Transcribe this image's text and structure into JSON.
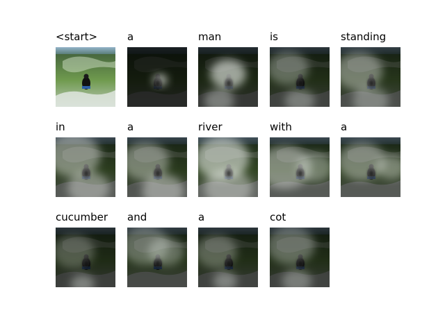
{
  "cells": [
    {
      "word": "<start>",
      "kind": "photo"
    },
    {
      "word": "a",
      "kind": "attn",
      "focus": [
        [
          0.55,
          0.55,
          0.12,
          0.95
        ]
      ],
      "dim": 0.18
    },
    {
      "word": "man",
      "kind": "attn",
      "focus": [
        [
          0.5,
          0.45,
          0.3,
          0.85
        ],
        [
          0.35,
          0.9,
          0.25,
          0.5
        ]
      ],
      "dim": 0.25
    },
    {
      "word": "is",
      "kind": "attn",
      "focus": [
        [
          0.3,
          0.35,
          0.35,
          0.45
        ],
        [
          0.5,
          0.9,
          0.25,
          0.45
        ]
      ],
      "dim": 0.3
    },
    {
      "word": "standing",
      "kind": "attn",
      "focus": [
        [
          0.3,
          0.4,
          0.4,
          0.55
        ],
        [
          0.5,
          0.9,
          0.3,
          0.45
        ]
      ],
      "dim": 0.35
    },
    {
      "word": "in",
      "kind": "attn",
      "focus": [
        [
          0.3,
          0.3,
          0.45,
          0.6
        ],
        [
          0.55,
          0.85,
          0.35,
          0.55
        ]
      ],
      "dim": 0.4
    },
    {
      "word": "a",
      "kind": "attn",
      "focus": [
        [
          0.3,
          0.4,
          0.4,
          0.55
        ],
        [
          0.6,
          0.9,
          0.35,
          0.6
        ]
      ],
      "dim": 0.38
    },
    {
      "word": "river",
      "kind": "attn",
      "focus": [
        [
          0.4,
          0.35,
          0.45,
          0.8
        ],
        [
          0.5,
          0.85,
          0.4,
          0.55
        ]
      ],
      "dim": 0.45
    },
    {
      "word": "with",
      "kind": "attn",
      "focus": [
        [
          0.25,
          0.5,
          0.45,
          0.6
        ],
        [
          0.75,
          0.5,
          0.3,
          0.5
        ]
      ],
      "dim": 0.4
    },
    {
      "word": "a",
      "kind": "attn",
      "focus": [
        [
          0.35,
          0.4,
          0.4,
          0.55
        ],
        [
          0.85,
          0.5,
          0.25,
          0.55
        ]
      ],
      "dim": 0.4
    },
    {
      "word": "cucumber",
      "kind": "attn",
      "focus": [
        [
          0.3,
          0.4,
          0.35,
          0.35
        ],
        [
          0.45,
          0.95,
          0.2,
          0.5
        ]
      ],
      "dim": 0.28
    },
    {
      "word": "and",
      "kind": "attn",
      "focus": [
        [
          0.3,
          0.3,
          0.4,
          0.45
        ],
        [
          0.65,
          0.4,
          0.3,
          0.45
        ]
      ],
      "dim": 0.33
    },
    {
      "word": "a",
      "kind": "attn",
      "focus": [
        [
          0.3,
          0.4,
          0.35,
          0.4
        ],
        [
          0.45,
          0.9,
          0.2,
          0.5
        ]
      ],
      "dim": 0.3
    },
    {
      "word": "cot",
      "kind": "attn",
      "focus": [
        [
          0.35,
          0.3,
          0.4,
          0.45
        ],
        [
          0.45,
          0.9,
          0.25,
          0.45
        ]
      ],
      "dim": 0.3
    }
  ]
}
